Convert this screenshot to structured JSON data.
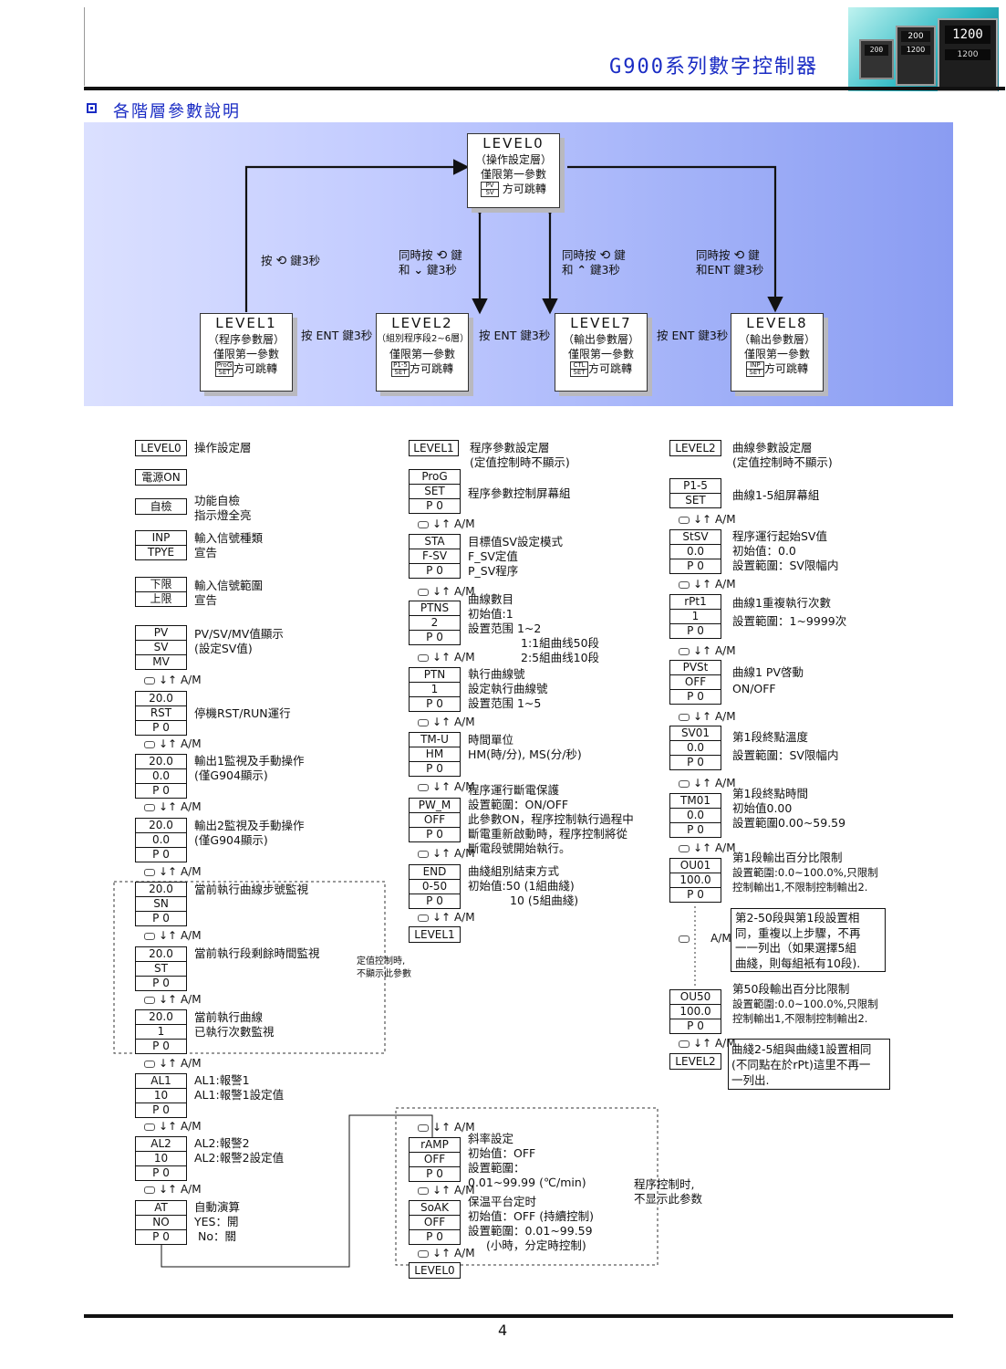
{
  "header": {
    "title": "G900系列數字控制器"
  },
  "section": {
    "title": "各階層參數說明"
  },
  "top_diagram": {
    "level0": {
      "name": "LEVEL0",
      "l1": "（操作設定層）",
      "l2": "僅限第一參數",
      "key_top": "PV",
      "key_bot": "SV",
      "l3": "方可跳轉"
    },
    "level1": {
      "name": "LEVEL1",
      "l1": "（程序參數層）",
      "l2": "僅限第一參數",
      "key_top": "ProG",
      "key_bot": "SET",
      "l3": "方可跳轉"
    },
    "level2": {
      "name": "LEVEL2",
      "l1": "（組別程序段2~6層）",
      "l2": "僅限第一參數",
      "key_top": "P1-5",
      "key_bot": "SET",
      "l3": "方可跳轉"
    },
    "level7": {
      "name": "LEVEL7",
      "l1": "（輸出參數層）",
      "l2": "僅限第一參數",
      "key_top": "CTL",
      "key_bot": "SET",
      "l3": "方可跳轉"
    },
    "level8": {
      "name": "LEVEL8",
      "l1": "（輸出參數層）",
      "l2": "僅限第一參數",
      "key_top": "INP",
      "key_bot": "SET",
      "l3": "方可跳轉"
    },
    "arrow_a": {
      "l1": "按",
      "l2": "鍵3秒"
    },
    "arrow_b": {
      "l1a": "同時按",
      "l1b": "鍵",
      "l2a": "和",
      "l2b": "鍵3秒"
    },
    "arrow_c": {
      "l1a": "同時按",
      "l1b": "鍵",
      "l2a": "和",
      "l2b": "鍵3秒"
    },
    "arrow_d": {
      "l1a": "同時按",
      "l1b": "鍵",
      "l2": "和ENT 鍵3秒"
    },
    "ent1": "按 ENT 鍵3秒",
    "ent2": "按 ENT 鍵3秒",
    "ent3": "按 ENT 鍵3秒"
  },
  "am_label": "A/M",
  "col1": {
    "level0": "LEVEL0",
    "level0_desc": "操作設定層",
    "power_on": "電源ON",
    "selfcheck": "自檢",
    "selfcheck_d1": "功能自檢",
    "selfcheck_d2": "指示燈全亮",
    "inp": [
      "INP",
      "TPYE"
    ],
    "inp_d1": "輸入信號種類",
    "inp_d2": "宣告",
    "range": [
      "下限",
      "上限"
    ],
    "range_d1": "輸入信號範圍",
    "range_d2": "宣告",
    "pvsv": [
      "PV",
      "SV",
      "MV"
    ],
    "pvsv_d1": "PV/SV/MV值顯示",
    "pvsv_d2": "(設定SV值)",
    "rst": [
      "20.0",
      "RST",
      "P 0"
    ],
    "rst_d": "停機RST/RUN運行",
    "out1": [
      "20.0",
      "0.0",
      "P 0"
    ],
    "out1_d1": "輸出1監視及手動操作",
    "out1_d2": "(僅G904顯示)",
    "out2": [
      "20.0",
      "0.0",
      "P 0"
    ],
    "out2_d1": "輸出2監視及手動操作",
    "out2_d2": "(僅G904顯示)",
    "sn": [
      "20.0",
      "SN",
      "P 0"
    ],
    "sn_d": "當前執行曲線步號監視",
    "st": [
      "20.0",
      "ST",
      "P 0"
    ],
    "st_d": "當前執行段剩餘時間監視",
    "cnt": [
      "20.0",
      "1",
      "P 0"
    ],
    "cnt_d1": "當前執行曲線",
    "cnt_d2": "已執行次數監視",
    "al1": [
      "AL1",
      "10",
      "P 0"
    ],
    "al1_d1": "AL1:報警1",
    "al1_d2": "AL1:報警1設定值",
    "al2": [
      "AL2",
      "10",
      "P 0"
    ],
    "al2_d1": "AL2:報警2",
    "al2_d2": "AL2:報警2設定值",
    "at": [
      "AT",
      "NO",
      "P 0"
    ],
    "at_d1": "自動演算",
    "at_d2": "YES：開",
    "at_d3": " No：關",
    "note1": "定值控制時,",
    "note2": "不顯示此參數"
  },
  "col2": {
    "level1": "LEVEL1",
    "level1_d1": "程序參數設定層",
    "level1_d2": "(定值控制時不顯示)",
    "prog": [
      "ProG",
      "SET",
      "P 0"
    ],
    "prog_d": "程序參數控制屏幕組",
    "sta": [
      "STA",
      "F-SV",
      "P 0"
    ],
    "sta_d1": "目標值SV設定模式",
    "sta_d2": "F_SV定值",
    "sta_d3": "P_SV程序",
    "ptns": [
      "PTNS",
      "2",
      "P 0"
    ],
    "ptns_d1": "曲線數目",
    "ptns_d2": "初始值:1",
    "ptns_d3": "設置范围 1~2",
    "ptns_d4": "1:1組曲线50段",
    "ptns_d5": "2:5組曲线10段",
    "ptn": [
      "PTN",
      "1",
      "P 0"
    ],
    "ptn_d1": "執行曲線號",
    "ptn_d2": "設定執行曲線號",
    "ptn_d3": "設置范围 1~5",
    "tmu": [
      "TM-U",
      "HM",
      "P 0"
    ],
    "tmu_d1": "時間單位",
    "tmu_d2": "HM(時/分), MS(分/秒)",
    "pwm": [
      "PW_M",
      "OFF",
      "P 0"
    ],
    "pwm_d1": "程序運行斷電保護",
    "pwm_d2": "設置範圍：ON/OFF",
    "pwm_d3": "此參數ON，程序控制執行過程中",
    "pwm_d4": "斷電重新啟動時，程序控制將從",
    "pwm_d5": "斷電段號開始執行。",
    "end": [
      "END",
      "0-50",
      "P 0"
    ],
    "end_d1": "曲綫組別結束方式",
    "end_d2": "初始值:50 (1組曲綫)",
    "end_d3": "10 (5組曲綫)",
    "level1_end": "LEVEL1",
    "ramp": [
      "rAMP",
      "OFF",
      "P 0"
    ],
    "ramp_d1": "斜率設定",
    "ramp_d2": "初始值：OFF",
    "ramp_d3": "設置範圍：",
    "ramp_d4": "0.01~99.99 (℃/min)",
    "soak": [
      "SoAK",
      "OFF",
      "P 0"
    ],
    "soak_d1": "保温平台定时",
    "soak_d2": "初始值：OFF (持續控制)",
    "soak_d3": "設置範圍：0.01~99.59",
    "soak_d4": "(小時，分定時控制)",
    "level0_end": "LEVEL0",
    "note1": "程序控制时,",
    "note2": "不显示此参数"
  },
  "col3": {
    "level2": "LEVEL2",
    "level2_d1": "曲線參數設定層",
    "level2_d2": "(定值控制時不顯示)",
    "p15": [
      "P1-5",
      "SET"
    ],
    "p15_d": "曲線1-5組屏幕組",
    "stsv": [
      "StSV",
      "0.0",
      "P 0"
    ],
    "stsv_d1": "程序運行起始SV值",
    "stsv_d2": "初始值：0.0",
    "stsv_d3": "設置範圍：SV限幅内",
    "rpt1": [
      "rPt1",
      "1",
      "P 0"
    ],
    "rpt1_d1": "曲線1重複執行次數",
    "rpt1_d2": "設置範圍：1~9999次",
    "pvst": [
      "PVSt",
      "OFF",
      "P 0"
    ],
    "pvst_d1": "曲線1 PV啓動",
    "pvst_d2": "ON/OFF",
    "sv01": [
      "SV01",
      "0.0",
      "P 0"
    ],
    "sv01_d1": "第1段終點溫度",
    "sv01_d2": "設置範圍：SV限幅内",
    "tm01": [
      "TM01",
      "0.0",
      "P 0"
    ],
    "tm01_d1": "第1段終點時間",
    "tm01_d2": "初始值0.00",
    "tm01_d3": "設置範圍0.00~59.59",
    "ou01": [
      "OU01",
      "100.0",
      "P 0"
    ],
    "ou01_d1": "第1段輸出百分比限制",
    "ou01_d2": "設置範圍:0.0~100.0%,只限制",
    "ou01_d3": "控制輸出1,不限制控制輸出2.",
    "box1_l1": "第2-50段與第1段設置相",
    "box1_l2": "同，重複以上步驟，不再",
    "box1_l3": "一一列出（如果選擇5組",
    "box1_l4": "曲綫，則每組衹有10段).",
    "ou50": [
      "OU50",
      "100.0",
      "P 0"
    ],
    "ou50_d1": "第50段輸出百分比限制",
    "ou50_d2": "設置範圍:0.0~100.0%,只限制",
    "ou50_d3": "控制輸出1,不限制控制輸出2.",
    "level2_end": "LEVEL2",
    "box2_l1": "曲綫2-5組與曲綫1設置相同",
    "box2_l2": "(不同點在於rPt)這里不再一",
    "box2_l3": "一列出."
  },
  "footer": {
    "page": "4"
  },
  "colors": {
    "header_blue": "#1a2cc4",
    "panel_from": "#8d9ef5",
    "panel_to": "#dde2ff"
  }
}
